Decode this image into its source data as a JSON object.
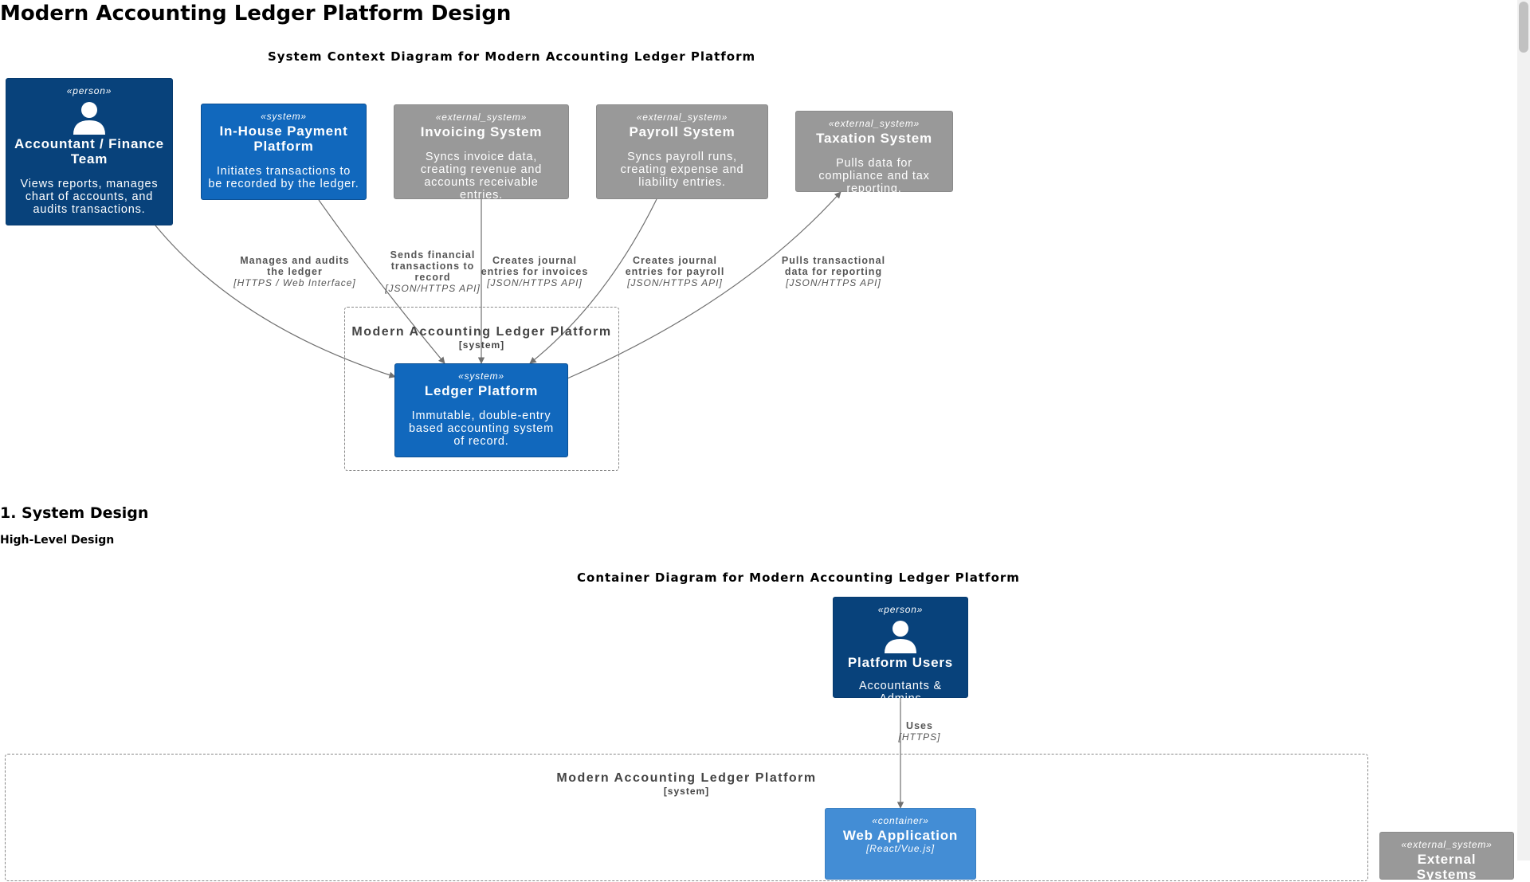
{
  "page": {
    "title": "Modern Accounting Ledger Platform Design",
    "section_heading": "1. System Design",
    "sub_heading": "High-Level Design"
  },
  "context_diagram": {
    "title": "System Context Diagram for Modern Accounting Ledger Platform",
    "nodes": {
      "accountant": {
        "stereotype": "«person»",
        "name": "Accountant / Finance Team",
        "description": "Views reports, manages chart of accounts, and audits transactions."
      },
      "payment": {
        "stereotype": "«system»",
        "name": "In-House Payment Platform",
        "description": "Initiates transactions to be recorded by the ledger."
      },
      "invoicing": {
        "stereotype": "«external_system»",
        "name": "Invoicing System",
        "description": "Syncs invoice data, creating revenue and accounts receivable entries."
      },
      "payroll": {
        "stereotype": "«external_system»",
        "name": "Payroll System",
        "description": "Syncs payroll runs, creating expense and liability entries."
      },
      "taxation": {
        "stereotype": "«external_system»",
        "name": "Taxation System",
        "description": "Pulls data for compliance and tax reporting."
      },
      "ledger": {
        "stereotype": "«system»",
        "name": "Ledger Platform",
        "description": "Immutable, double-entry based accounting system of record."
      }
    },
    "boundary": {
      "name": "Modern Accounting Ledger Platform",
      "type": "[system]"
    },
    "relations": {
      "r1": {
        "label": "Manages and audits the ledger",
        "tech": "[HTTPS / Web Interface]"
      },
      "r2": {
        "label": "Sends financial transactions to record",
        "tech": "[JSON/HTTPS API]"
      },
      "r3": {
        "label": "Creates journal entries for invoices",
        "tech": "[JSON/HTTPS API]"
      },
      "r4": {
        "label": "Creates journal entries for payroll",
        "tech": "[JSON/HTTPS API]"
      },
      "r5": {
        "label": "Pulls transactional data for reporting",
        "tech": "[JSON/HTTPS API]"
      }
    }
  },
  "container_diagram": {
    "title": "Container Diagram for Modern Accounting Ledger Platform",
    "nodes": {
      "users": {
        "stereotype": "«person»",
        "name": "Platform Users",
        "description": "Accountants & Admins"
      },
      "webapp": {
        "stereotype": "«container»",
        "name": "Web Application",
        "tech": "[React/Vue.js]"
      },
      "external": {
        "stereotype": "«external_system»",
        "name": "External Systems"
      }
    },
    "boundary": {
      "name": "Modern Accounting Ledger Platform",
      "type": "[system]"
    },
    "relations": {
      "uses": {
        "label": "Uses",
        "tech": "[HTTPS]"
      }
    }
  },
  "colors": {
    "person": "#08427b",
    "system": "#1168bd",
    "external_system": "#999999",
    "container": "#438dd5",
    "edge": "#707070"
  }
}
